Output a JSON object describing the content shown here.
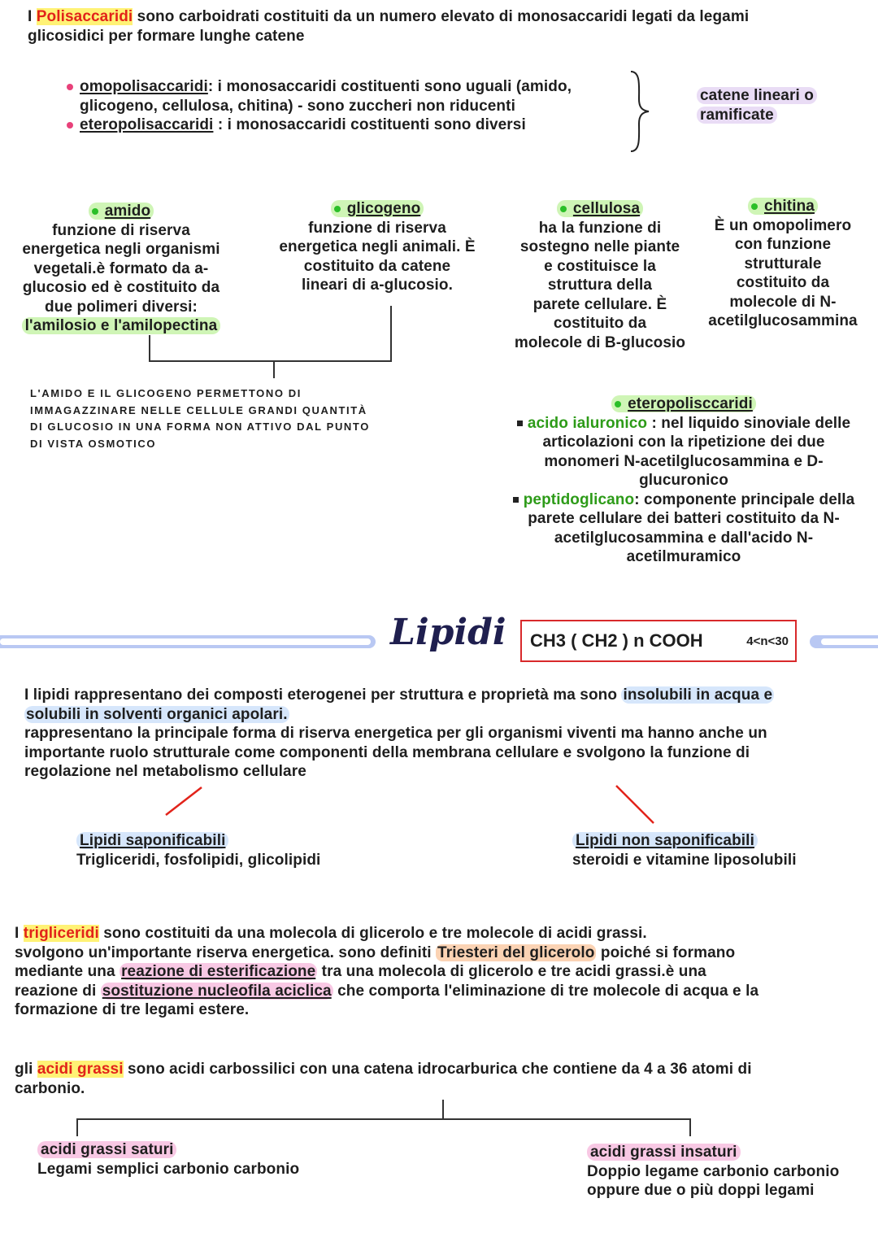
{
  "polisaccaridi": {
    "intro_prefix": "I ",
    "intro_term": "Polisaccaridi",
    "intro_rest_1": " sono carboidrati costituiti da un numero elevato di monosaccaridi legati da legami",
    "intro_rest_2": "glicosidici per formare lunghe catene",
    "omo_term": "omopolisaccaridi",
    "omo_text_1": ": i monosaccaridi costituenti sono uguali (amido,",
    "omo_text_2": "glicogeno, cellulosa, chitina) - sono zuccheri non riducenti",
    "etero_term": "eteropolisaccaridi",
    "etero_text": " : i monosaccaridi costituenti sono diversi",
    "catene_1": "catene lineari o",
    "catene_2": "ramificate",
    "amido": {
      "title": "amido",
      "lines": [
        "funzione di riserva",
        "energetica negli organismi",
        "vegetali.è formato da a-",
        "glucosio ed è costituito da",
        "due polimeri diversi:",
        "l'amilosio e l'amilopectina"
      ]
    },
    "glicogeno": {
      "title": "glicogeno",
      "lines": [
        "funzione di riserva",
        "energetica negli animali. È",
        "costituito da catene",
        "lineari di a-glucosio."
      ]
    },
    "cellulosa": {
      "title": "cellulosa",
      "lines": [
        "ha la funzione di",
        "sostegno nelle piante",
        "e costituisce la",
        "struttura della",
        "parete cellulare. È",
        "costituito da",
        "molecole di B-glucosio"
      ]
    },
    "chitina": {
      "title": "chitina",
      "lines": [
        "È un omopolimero",
        "con funzione",
        "strutturale",
        "costituito da",
        "molecole di N-",
        "acetilglucosammina"
      ]
    },
    "note_lines": [
      "L'AMIDO E IL GLICOGENO PERMETTONO DI",
      "IMMAGAZZINARE NELLE CELLULE GRANDI QUANTITÀ",
      "DI GLUCOSIO IN UNA FORMA NON ATTIVO DAL PUNTO",
      "DI VISTA OSMOTICO"
    ],
    "eteropolisccaridi": {
      "title": "eteropolisccaridi",
      "acido_term": "acido ialuronico",
      "acido_lines": [
        " : nel liquido sinoviale delle",
        "articolazioni con la ripetizione dei due",
        "monomeri N-acetilglucosammina e D-",
        "glucuronico"
      ],
      "pepti_term": "peptidoglicano",
      "pepti_lines": [
        ": componente principale della",
        "parete cellulare dei batteri costituito da N-",
        "acetilglucosammina  e dall'acido N-",
        "acetilmuramico"
      ]
    }
  },
  "lipidi": {
    "title": "Lipidi",
    "formula": "CH3 ( CH2 ) n COOH",
    "range": "4<n<30",
    "intro_lines": [
      "I lipidi rappresentano dei composti eterogenei per struttura e proprietà ma sono ",
      "insolubili in acqua e",
      "solubili in solventi organici apolari.",
      "rappresentano la principale forma di riserva energetica per gli organismi viventi ma hanno anche un",
      "importante ruolo strutturale come componenti della membrana cellulare e svolgono la funzione di",
      "regolazione nel metabolismo cellulare"
    ],
    "saponificabili": {
      "title": "Lipidi saponificabili",
      "text": "Trigliceridi, fosfolipidi, glicolipidi"
    },
    "non_saponificabili": {
      "title": "Lipidi non saponificabili",
      "text": "steroidi e vitamine liposolubili"
    },
    "trigliceridi": {
      "p1_prefix": "I ",
      "p1_term": "trigliceridi",
      "p1_rest": " sono costituiti da una molecola di glicerolo e tre molecole di acidi grassi.",
      "p2_a": "svolgono un'importante riserva energetica. sono definiti ",
      "p2_term": "Triesteri del glicerolo",
      "p2_b": " poiché si formano",
      "p3_a": "mediante una ",
      "p3_term": "reazione di esterificazione",
      "p3_b": " tra una molecola di glicerolo e tre acidi grassi.è una",
      "p4_a": "reazione di ",
      "p4_term": "sostituzione nucleofila aciclica",
      "p4_b": " che comporta l'eliminazione di tre molecole di acqua e la",
      "p5": "formazione di tre legami estere."
    },
    "acidi_grassi": {
      "prefix": "gli ",
      "term": "acidi grassi",
      "rest_1": " sono acidi carbossilici con una catena idrocarburica che contiene da 4 a 36 atomi di",
      "rest_2": "carbonio.",
      "saturi_title": "acidi grassi saturi",
      "saturi_text": "Legami semplici carbonio carbonio",
      "insaturi_title": "acidi grassi insaturi",
      "insaturi_lines": [
        "Doppio legame carbonio carbonio",
        "oppure due o più doppi legami"
      ]
    }
  },
  "colors": {
    "red": "#e2231a",
    "green": "#2d9b18",
    "yellow": "#fff275",
    "purple": "#e9dcf5",
    "blue": "#d6e6fb",
    "pink": "#f8c8e4",
    "orange": "#fbd3b4",
    "formula_border": "#d8292b"
  }
}
